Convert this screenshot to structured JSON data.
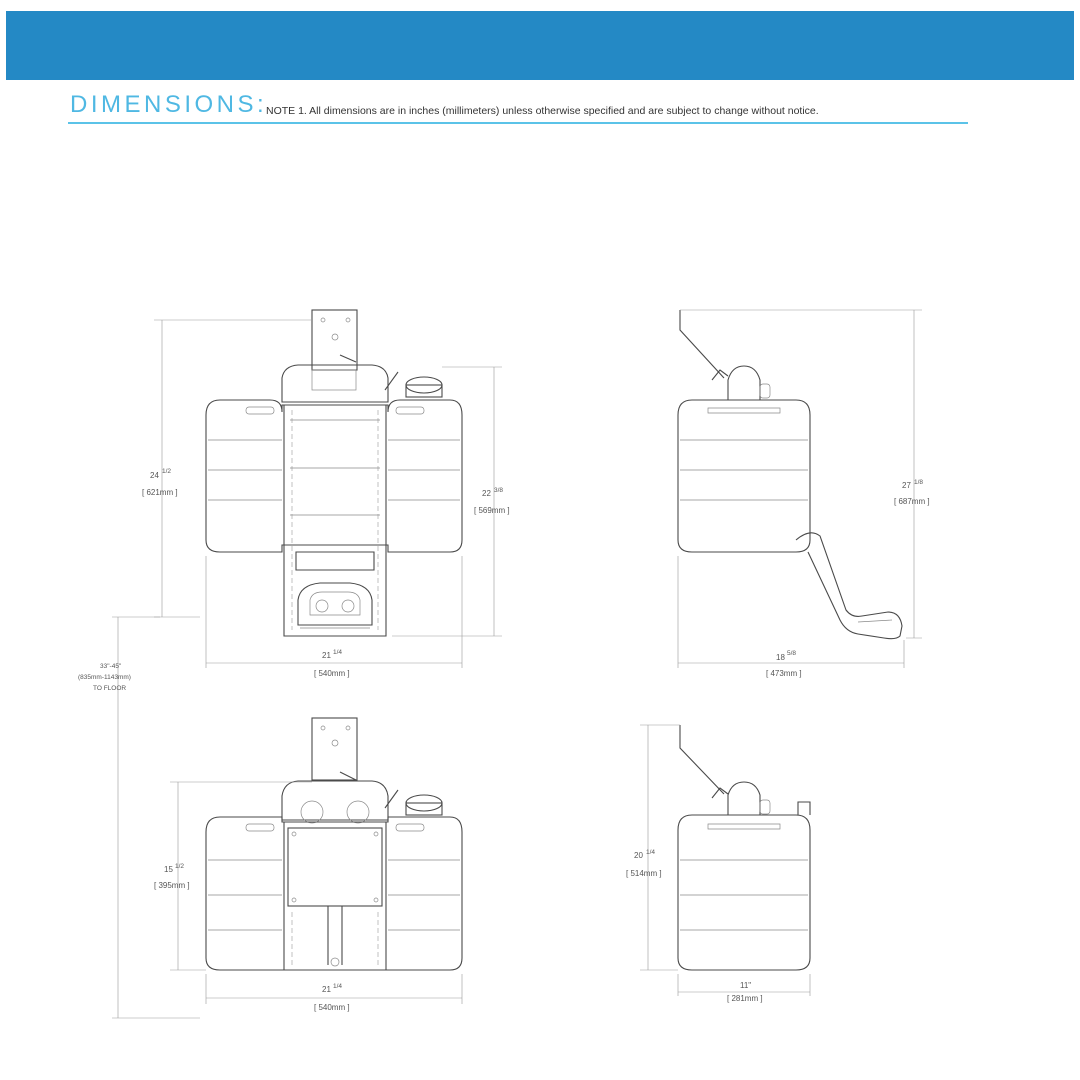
{
  "header": {
    "title": "DIMENSIONS:",
    "note": "NOTE 1. All dimensions are in inches (millimeters) unless otherwise specified and are subject to change without notice."
  },
  "colors": {
    "banner": "#2489c5",
    "accent": "#4fb8e3",
    "rule": "#5bc3e8"
  },
  "views": {
    "front_top": {
      "height_in": "24",
      "height_frac": "1/2",
      "height_mm": "[ 621mm ]",
      "inner_in": "22",
      "inner_frac": "3/8",
      "inner_mm": "[ 569mm ]",
      "width_in": "21",
      "width_frac": "1/4",
      "width_mm": "[ 540mm ]"
    },
    "side_top": {
      "height_in": "27",
      "height_frac": "1/8",
      "height_mm": "[ 687mm ]",
      "depth_in": "18",
      "depth_frac": "5/8",
      "depth_mm": "[ 473mm ]"
    },
    "mount": {
      "line1": "33\"-45\"",
      "line2": "(835mm-1143mm)",
      "line3": "TO FLOOR"
    },
    "front_bottom": {
      "height_in": "15",
      "height_frac": "1/2",
      "height_mm": "[ 395mm ]",
      "width_in": "21",
      "width_frac": "1/4",
      "width_mm": "[ 540mm ]"
    },
    "side_bottom": {
      "height_in": "20",
      "height_frac": "1/4",
      "height_mm": "[ 514mm ]",
      "depth": "11\"",
      "depth_mm": "[ 281mm ]"
    }
  }
}
